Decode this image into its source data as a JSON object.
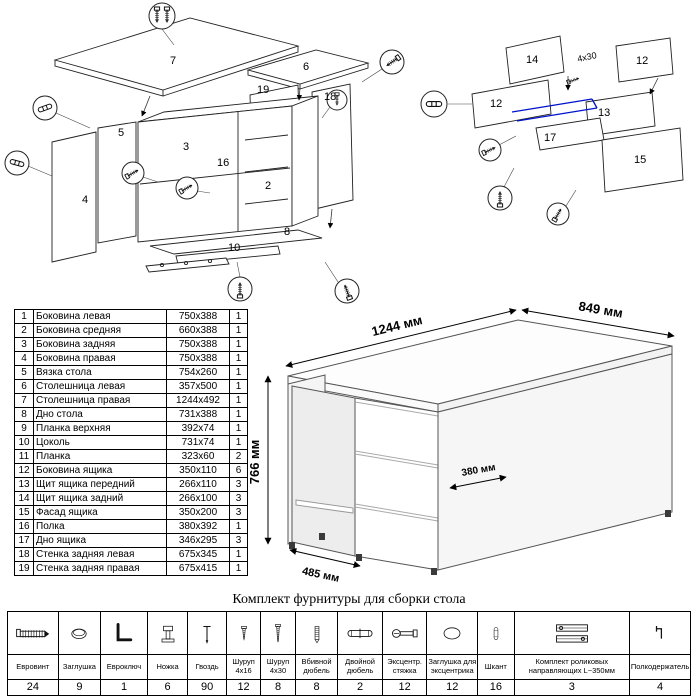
{
  "diagrams": {
    "desk_labels": [
      "7",
      "6",
      "19",
      "18",
      "5",
      "3",
      "16",
      "2",
      "8",
      "10",
      "4"
    ],
    "drawer_labels": [
      "14",
      "12",
      "12",
      "13",
      "17",
      "15"
    ],
    "drawer_note": "4x30"
  },
  "render": {
    "width": "1244 мм",
    "depth": "849 мм",
    "height": "766 мм",
    "shelf": "380 мм",
    "side": "485 мм"
  },
  "parts": {
    "rows": [
      {
        "n": "1",
        "name": "Боковина левая",
        "size": "750x388",
        "qty": "1"
      },
      {
        "n": "2",
        "name": "Боковина средняя",
        "size": "660x388",
        "qty": "1"
      },
      {
        "n": "3",
        "name": "Боковина задняя",
        "size": "750x388",
        "qty": "1"
      },
      {
        "n": "4",
        "name": "Боковина правая",
        "size": "750x388",
        "qty": "1"
      },
      {
        "n": "5",
        "name": "Вязка стола",
        "size": "754x260",
        "qty": "1"
      },
      {
        "n": "6",
        "name": "Столешница левая",
        "size": "357x500",
        "qty": "1"
      },
      {
        "n": "7",
        "name": "Столешница правая",
        "size": "1244x492",
        "qty": "1"
      },
      {
        "n": "8",
        "name": "Дно стола",
        "size": "731x388",
        "qty": "1"
      },
      {
        "n": "9",
        "name": "Планка верхняя",
        "size": "392x74",
        "qty": "1"
      },
      {
        "n": "10",
        "name": "Цоколь",
        "size": "731x74",
        "qty": "1"
      },
      {
        "n": "11",
        "name": "Планка",
        "size": "323x60",
        "qty": "2"
      },
      {
        "n": "12",
        "name": "Боковина ящика",
        "size": "350x110",
        "qty": "6"
      },
      {
        "n": "13",
        "name": "Щит ящика передний",
        "size": "266x110",
        "qty": "3"
      },
      {
        "n": "14",
        "name": "Щит ящика задний",
        "size": "266x100",
        "qty": "3"
      },
      {
        "n": "15",
        "name": "Фасад ящика",
        "size": "350x200",
        "qty": "3"
      },
      {
        "n": "16",
        "name": "Полка",
        "size": "380x392",
        "qty": "1"
      },
      {
        "n": "17",
        "name": "Дно ящика",
        "size": "346x295",
        "qty": "3"
      },
      {
        "n": "18",
        "name": "Стенка задняя левая",
        "size": "675x345",
        "qty": "1"
      },
      {
        "n": "19",
        "name": "Стенка задняя правая",
        "size": "675x415",
        "qty": "1"
      }
    ]
  },
  "hardware": {
    "title": "Комплект фурнитуры для сборки стола",
    "items": [
      {
        "name": "Евровинт",
        "qty": "24",
        "icon": "confirmat-screw-icon"
      },
      {
        "name": "Заглушка",
        "qty": "9",
        "icon": "cap-plug-icon"
      },
      {
        "name": "Евроключ",
        "qty": "1",
        "icon": "hex-key-icon"
      },
      {
        "name": "Ножка",
        "qty": "6",
        "icon": "furniture-leg-icon"
      },
      {
        "name": "Гвоздь",
        "qty": "90",
        "icon": "nail-icon"
      },
      {
        "name": "Шуруп 4x16",
        "qty": "12",
        "icon": "screw-short-icon"
      },
      {
        "name": "Шуруп 4x30",
        "qty": "8",
        "icon": "screw-long-icon"
      },
      {
        "name": "Вбивной дюбель",
        "qty": "8",
        "icon": "drive-dowel-icon"
      },
      {
        "name": "Двойной дюбель",
        "qty": "2",
        "icon": "double-dowel-icon"
      },
      {
        "name": "Эксцентр. стяжка",
        "qty": "12",
        "icon": "eccentric-bolt-icon"
      },
      {
        "name": "Заглушка для эксцентрика",
        "qty": "12",
        "icon": "eccentric-cap-icon"
      },
      {
        "name": "Шкант",
        "qty": "16",
        "icon": "wood-dowel-icon"
      },
      {
        "name": "Комплект роликовых направляющих L~350мм",
        "qty": "3",
        "icon": "roller-guides-icon"
      },
      {
        "name": "Полкодержатель",
        "qty": "4",
        "icon": "shelf-support-icon"
      }
    ]
  }
}
